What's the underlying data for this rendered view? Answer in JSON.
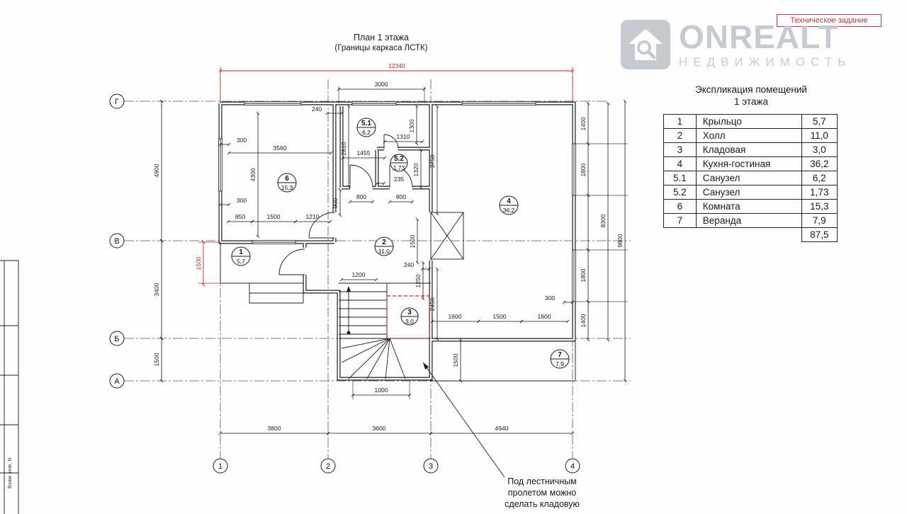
{
  "stamp": {
    "label": "Техническое задание"
  },
  "logo": {
    "name": "ONREALT",
    "subtitle": "НЕДВИЖИМОСТЬ"
  },
  "title": {
    "line1": "План 1 этажа",
    "line2": "(Границы каркаса ЛСТК)"
  },
  "explication": {
    "title1": "Экспликация помещений",
    "title2": "1 этажа",
    "rows": [
      {
        "num": "1",
        "name": "Крыльцо",
        "area": "5,7"
      },
      {
        "num": "2",
        "name": "Холл",
        "area": "11,0"
      },
      {
        "num": "3",
        "name": "Кладовая",
        "area": "3,0"
      },
      {
        "num": "4",
        "name": "Кухня-гостиная",
        "area": "36,2"
      },
      {
        "num": "5.1",
        "name": "Санузел",
        "area": "6,2"
      },
      {
        "num": "5.2",
        "name": "Санузел",
        "area": "1,73"
      },
      {
        "num": "6",
        "name": "Комната",
        "area": "15,3"
      },
      {
        "num": "7",
        "name": "Веранда",
        "area": "7,9"
      }
    ],
    "total": "87,5"
  },
  "grid": {
    "rows": {
      "g": "Г",
      "v": "В",
      "b": "Б",
      "a": "А"
    },
    "cols": {
      "c1": "1",
      "c2": "2",
      "c3": "3",
      "c4": "4"
    }
  },
  "rooms": {
    "r1": {
      "num": "1",
      "area": "5,7"
    },
    "r2": {
      "num": "2",
      "area": "11,0"
    },
    "r3": {
      "num": "3",
      "area": "3,0"
    },
    "r4": {
      "num": "4",
      "area": "36,2"
    },
    "r51": {
      "num": "5.1",
      "area": "6,2"
    },
    "r52": {
      "num": "5.2",
      "area": "1,73"
    },
    "r6": {
      "num": "6",
      "area": "15,3"
    },
    "r7": {
      "num": "7",
      "area": "7,9"
    }
  },
  "dims": {
    "total_width": "12340",
    "top_3000": "3000",
    "left_4900": "4900",
    "left_3400": "3400",
    "left_1500": "1500",
    "porch_1500": "1500",
    "r_1400_top": "1400",
    "r_1800_top": "1800",
    "r_1800_bot": "1800",
    "r_1400_bot": "1400",
    "r_8300": "8300",
    "r_9800": "9800",
    "b_3800": "3800",
    "b_3600": "3600",
    "b_4940": "4940",
    "b_1000": "1000",
    "i240a": "240",
    "i300a": "300",
    "i3560": "3560",
    "i4300": "4300",
    "i2810": "2810",
    "i1455": "1455",
    "i1310": "1310",
    "i1300": "1300",
    "i1320": "1320",
    "i3750": "3750",
    "i235": "235",
    "i800a": "800",
    "i800b": "800",
    "i300b": "300",
    "i850": "850",
    "i1500a": "1500",
    "i1210": "1210",
    "i900": "900",
    "i1500b": "1500",
    "i240b": "240",
    "i1250": "1250",
    "i2450": "2450",
    "i1200": "1200",
    "i1600a": "1600",
    "i1500c": "1500",
    "i1600b": "1600",
    "i300c": "300",
    "i1500d": "1500"
  },
  "note": {
    "line1": "Под лестничным",
    "line2": "пролетом можно",
    "line3": "сделать кладовую"
  },
  "frame": {
    "label": "Взам. инв. N"
  },
  "colors": {
    "dim_red": "#c22727",
    "line": "#1a1a1a",
    "logo_gray": "#c6cbd2"
  }
}
